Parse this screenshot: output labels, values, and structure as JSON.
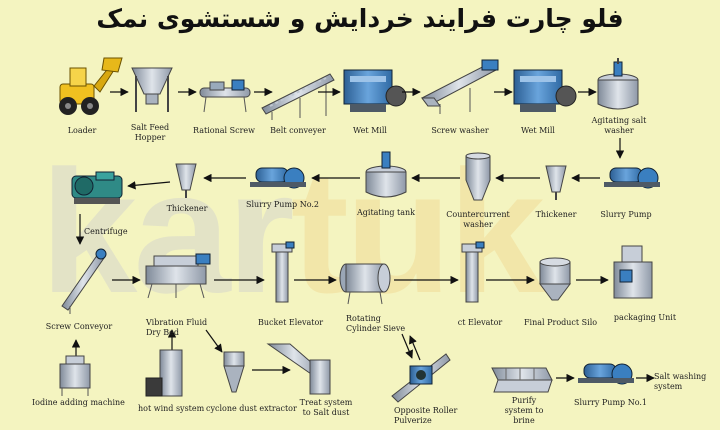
{
  "title": "فلو چارت فرایند خردایش و شستشوی نمک",
  "watermark": {
    "part1": "kar",
    "part2": "tuk"
  },
  "colors": {
    "background": "#f4f4c0",
    "steel": "#9aa6b6",
    "blue_machine": "#3a7fc0",
    "loader_yellow": "#f0c020",
    "arrow": "#111111"
  },
  "steps": {
    "loader": "Loader",
    "salt_feed_hopper": "Salt Feed Hopper",
    "rational_screw": "Rational Screw",
    "belt_conveyor": "Belt conveyer",
    "wet_mill_1": "Wet Mill",
    "screw_washer": "Screw washer",
    "wet_mill_2": "Wet Mill",
    "agitating_salt_washer": "Agitating salt washer",
    "thickener_1": "Thickener",
    "slurry_pump_no2": "Slurry Pump No.2",
    "agitating_tank": "Agitating tank",
    "countercurrent_washer": "Countercurrent washer",
    "thickener_2": "Thickener",
    "slurry_pump": "Slurry Pump",
    "centrifuge": "Centrifuge",
    "screw_conveyor": "Screw Conveyor",
    "vibration_fluid_dry_bed": "Vibration Fluid Dry Bed",
    "bucket_elevator_1": "Bucket Elevator",
    "rotating_cylinder_sieve": "Rotating Cylinder Sieve",
    "bucket_elevator_2": "ct Elevator",
    "final_product_silo": "Final Product Silo",
    "packaging_unit": "packaging Unit",
    "iodine_adding_machine": "Iodine adding machine",
    "hot_wind_system": "hot wind system",
    "cyclone_dust_extractor": "cyclone dust extractor",
    "treat_system": "Treat system to Salt dust",
    "opposite_roller_pulverizer": "Opposite Roller Pulverize",
    "purify_system_to_brine": "Purify system to brine",
    "slurry_pump_no1": "Slurry Pump No.1",
    "salt_washing_system": "Salt washing system"
  }
}
